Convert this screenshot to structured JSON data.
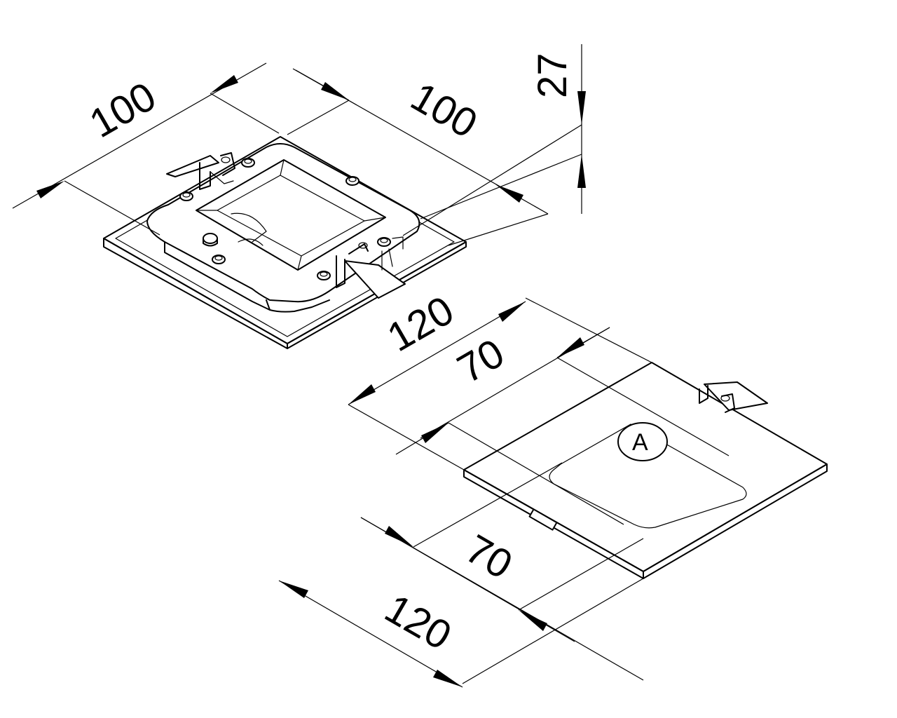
{
  "dimensions": {
    "luminaire_width": "100",
    "luminaire_depth": "100",
    "luminaire_height": "27",
    "cutout_outer_top": "120",
    "cutout_inner_top": "70",
    "cutout_inner_bottom": "70",
    "cutout_outer_bottom": "120"
  },
  "callout_label": "A"
}
